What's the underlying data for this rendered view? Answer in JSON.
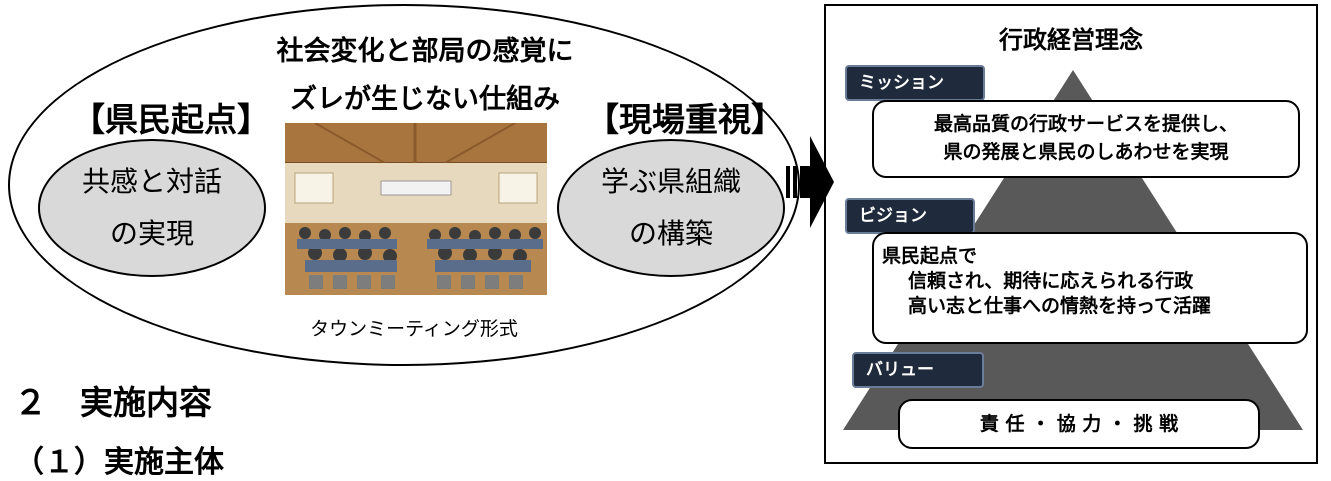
{
  "left": {
    "center_title_lines": [
      "社会変化と部局の感覚に",
      "ズレが生じない仕組み"
    ],
    "left_heading": "【県民起点】",
    "left_ellipse_lines": [
      "共感と対話",
      "の実現"
    ],
    "right_heading": "【現場重視】",
    "right_ellipse_lines": [
      "学ぶ県組織",
      "の構築"
    ],
    "photo_caption": "タウンミーティング形式"
  },
  "sections": {
    "heading_2": "２　実施内容",
    "heading_3": "（１）実施主体"
  },
  "right": {
    "title": "行政経営理念",
    "mission_tag": "ミッション",
    "mission_lines": [
      "最高品質の行政サービスを提供し、",
      "県の発展と県民のしあわせを実現"
    ],
    "vision_tag": "ビジョン",
    "vision_lines": [
      "県民起点で",
      "信頼され、期待に応えられる行政",
      "高い志と仕事への情熱を持って活躍"
    ],
    "value_tag": "バリュー",
    "value_text": "責 任 ・ 協 力 ・ 挑 戦"
  },
  "colors": {
    "pyramid": "#595959",
    "ellipse_fill": "#d9d9d9",
    "tag_fill": "#1f2a3c"
  }
}
